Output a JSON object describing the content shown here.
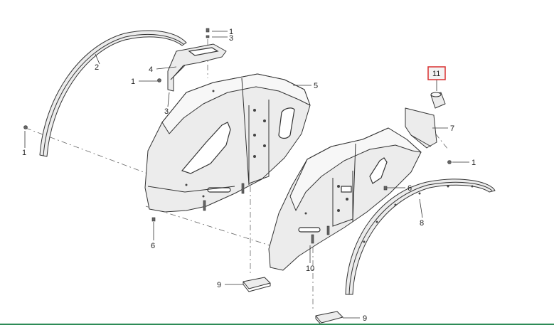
{
  "callouts": {
    "c1a": "1",
    "c3a": "3",
    "c2": "2",
    "c4": "4",
    "c1b": "1",
    "c3b": "3",
    "c5": "5",
    "c1c": "1",
    "c11": "11",
    "c7": "7",
    "c1d": "1",
    "c6a": "6",
    "c6b": "6",
    "c8": "8",
    "c10": "10",
    "c9a": "9",
    "c9b": "9"
  },
  "colors": {
    "highlight_border": "#d93030",
    "bottom_rule": "#2e8b57"
  }
}
